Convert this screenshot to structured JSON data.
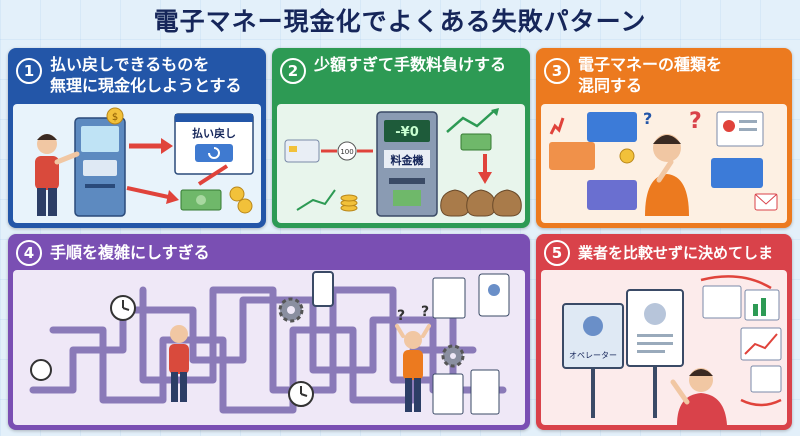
{
  "title": "電子マネー現金化でよくある失敗パターン",
  "panels": [
    {
      "number": "1",
      "title_line1": "払い戻しできるものを",
      "title_line2": "無理に現金化しようとする",
      "screen_label": "払い戻し"
    },
    {
      "number": "2",
      "title_line1": "少額すぎて手数料負けする",
      "machine_display": "-¥0",
      "machine_label": "料金機",
      "coin_label": "100"
    },
    {
      "number": "3",
      "title_line1": "電子マネーの種類を",
      "title_line2": "混同する"
    },
    {
      "number": "4",
      "title_line1": "手順を複雑にしすぎる"
    },
    {
      "number": "5",
      "title_line1": "業者を比較せずに決めてしまう",
      "sign_label": "オペレーター"
    }
  ],
  "colors": {
    "blue": "#2356a8",
    "green": "#2d9a54",
    "orange": "#ec7a1f",
    "purple": "#7a4fb3",
    "red": "#d9424a",
    "title": "#16265a"
  }
}
